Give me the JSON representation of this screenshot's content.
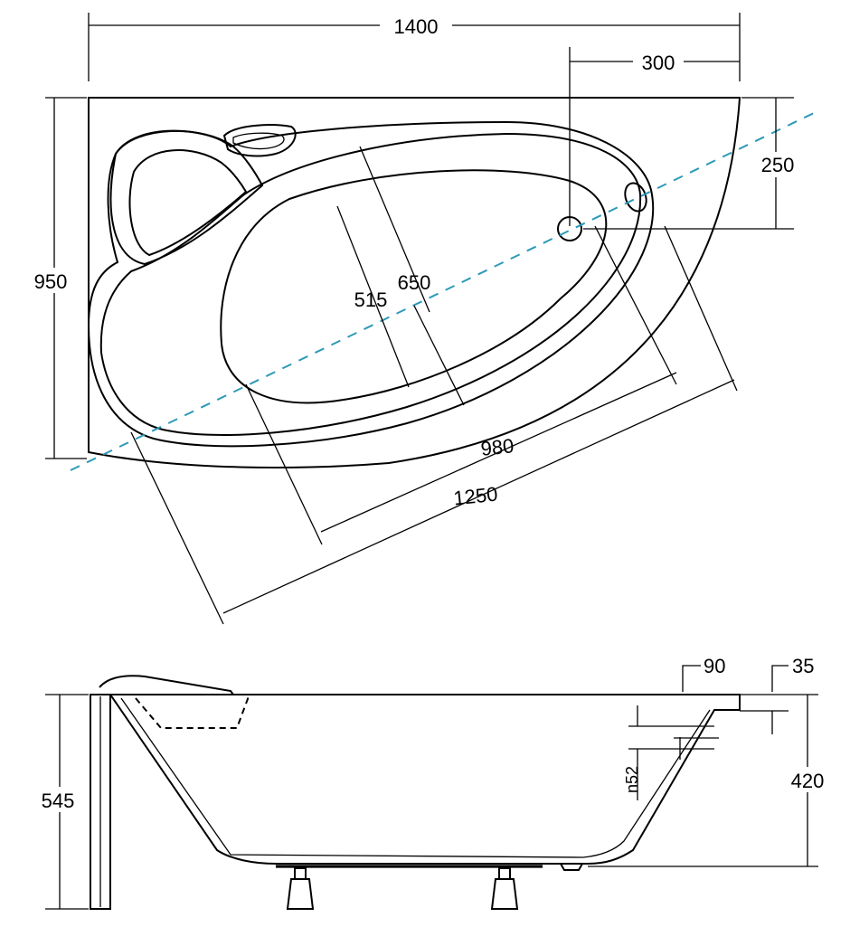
{
  "top_view": {
    "dim_width": "1400",
    "dim_drain_offset": "300",
    "dim_height": "950",
    "dim_drain_depth": "250",
    "dim_inner_width_1": "515",
    "dim_inner_width_2": "650",
    "dim_inner_length_1": "980",
    "dim_inner_length_2": "1250"
  },
  "side_view": {
    "dim_total_height": "545",
    "dim_rim": "90",
    "dim_edge": "35",
    "dim_depth": "420",
    "dim_overflow": "n52"
  },
  "colors": {
    "lines": "#000000",
    "axis": "#2d9ab8",
    "background": "#ffffff"
  }
}
